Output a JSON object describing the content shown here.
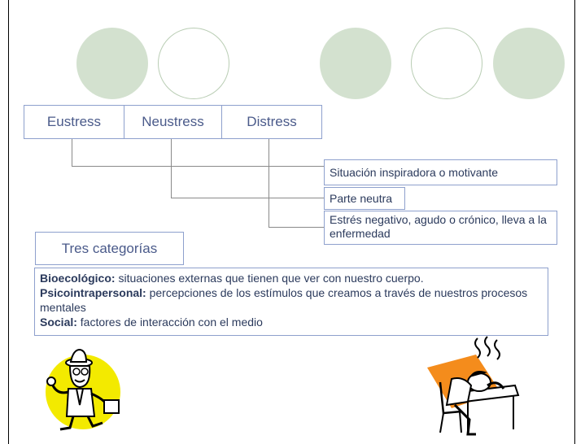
{
  "categories": [
    "Eustress",
    "Neustress",
    "Distress"
  ],
  "descriptions": [
    "Situación inspiradora o motivante",
    "Parte neutra",
    "Estrés negativo, agudo o crónico, lleva a la enfermedad"
  ],
  "tres": {
    "title": "Tres categorías"
  },
  "info": [
    {
      "term": "Bioecológico:",
      "text": " situaciones externas que tienen que ver con nuestro cuerpo."
    },
    {
      "term": "Psicointrapersonal:",
      "text": " percepciones de los estímulos que creamos a través de  nuestros procesos mentales"
    },
    {
      "term": "Social:",
      "text": " factores de interacción con el medio"
    }
  ],
  "colors": {
    "circle_fill": "#d3e1cf",
    "box_border": "#8ea0cd",
    "text": "#2b3a5c"
  },
  "illustrations": [
    "happy-walking-person-icon",
    "stressed-person-at-desk-icon"
  ]
}
